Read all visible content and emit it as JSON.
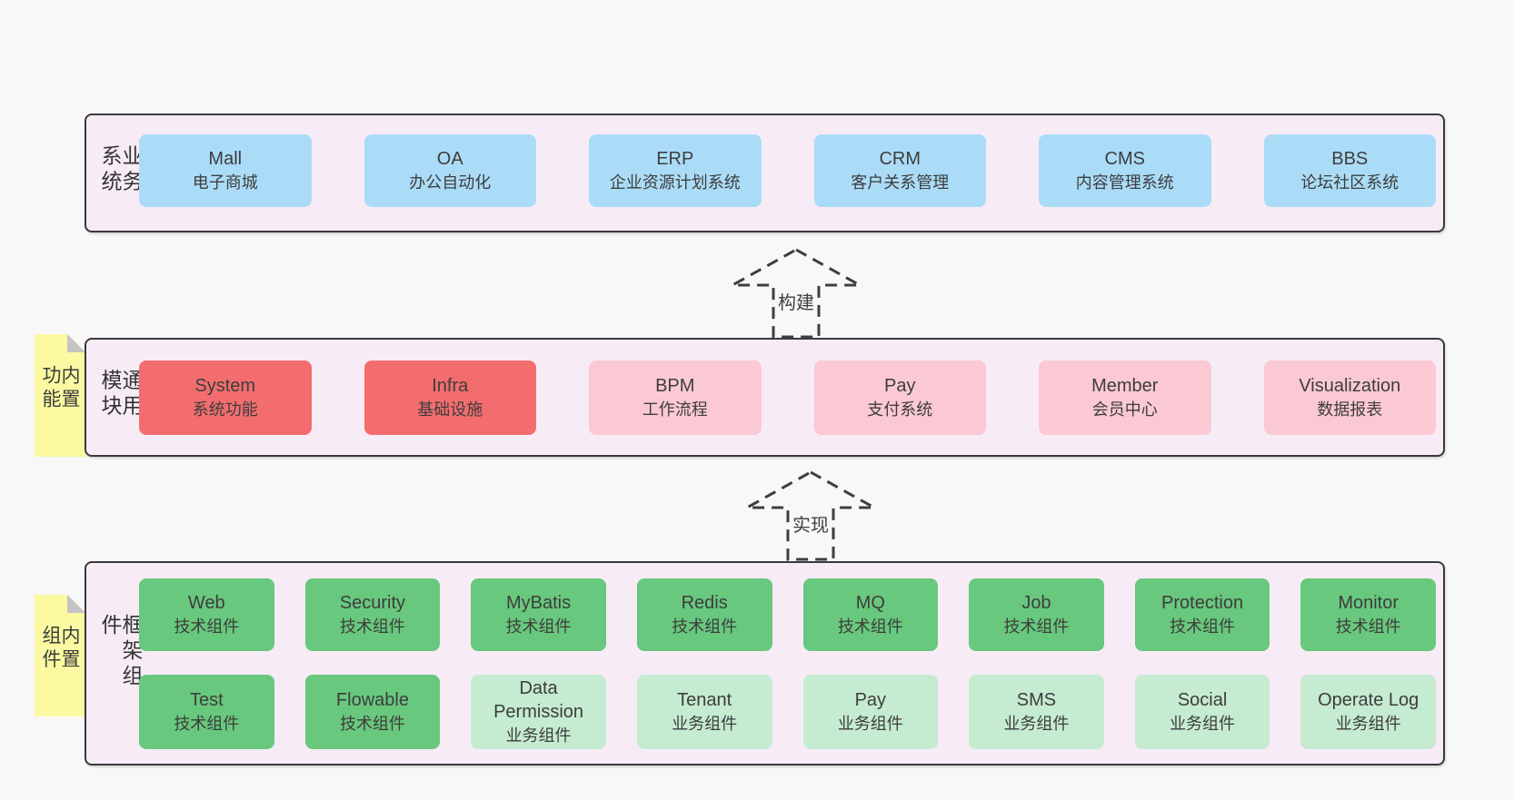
{
  "colors": {
    "page_bg": "#f8f8f8",
    "panel_bg": "#f7ecf5",
    "panel_border": "#3a3a3a",
    "blue": "#abdcf7",
    "red": "#f36d6f",
    "pink": "#fbc9d3",
    "green": "#68c87d",
    "green_light": "#c5ebd1",
    "tab_yellow": "#fbf9a1",
    "tab_fold": "#c4c4c4",
    "text": "#3d3d3d"
  },
  "layers": {
    "business": {
      "side_label": "业务系统",
      "boxes": [
        {
          "name": "Mall",
          "desc": "电子商城"
        },
        {
          "name": "OA",
          "desc": "办公自动化"
        },
        {
          "name": "ERP",
          "desc": "企业资源计划系统"
        },
        {
          "name": "CRM",
          "desc": "客户关系管理"
        },
        {
          "name": "CMS",
          "desc": "内容管理系统"
        },
        {
          "name": "BBS",
          "desc": "论坛社区系统"
        }
      ]
    },
    "modules": {
      "side_label": "通用模块",
      "tab_label": "内置功能",
      "boxes": [
        {
          "name": "System",
          "desc": "系统功能"
        },
        {
          "name": "Infra",
          "desc": "基础设施"
        },
        {
          "name": "BPM",
          "desc": "工作流程"
        },
        {
          "name": "Pay",
          "desc": "支付系统"
        },
        {
          "name": "Member",
          "desc": "会员中心"
        },
        {
          "name": "Visualization",
          "desc": "数据报表"
        }
      ]
    },
    "components": {
      "side_label": "框架组件",
      "tab_label": "内置组件",
      "row1": [
        {
          "name": "Web",
          "desc": "技术组件"
        },
        {
          "name": "Security",
          "desc": "技术组件"
        },
        {
          "name": "MyBatis",
          "desc": "技术组件"
        },
        {
          "name": "Redis",
          "desc": "技术组件"
        },
        {
          "name": "MQ",
          "desc": "技术组件"
        },
        {
          "name": "Job",
          "desc": "技术组件"
        },
        {
          "name": "Protection",
          "desc": "技术组件"
        },
        {
          "name": "Monitor",
          "desc": "技术组件"
        }
      ],
      "row2": [
        {
          "name": "Test",
          "desc": "技术组件"
        },
        {
          "name": "Flowable",
          "desc": "技术组件"
        },
        {
          "name": "Data Permission",
          "desc": "业务组件"
        },
        {
          "name": "Tenant",
          "desc": "业务组件"
        },
        {
          "name": "Pay",
          "desc": "业务组件"
        },
        {
          "name": "SMS",
          "desc": "业务组件"
        },
        {
          "name": "Social",
          "desc": "业务组件"
        },
        {
          "name": "Operate Log",
          "desc": "业务组件"
        }
      ]
    }
  },
  "arrows": [
    {
      "label": "构建"
    },
    {
      "label": "实现"
    }
  ]
}
